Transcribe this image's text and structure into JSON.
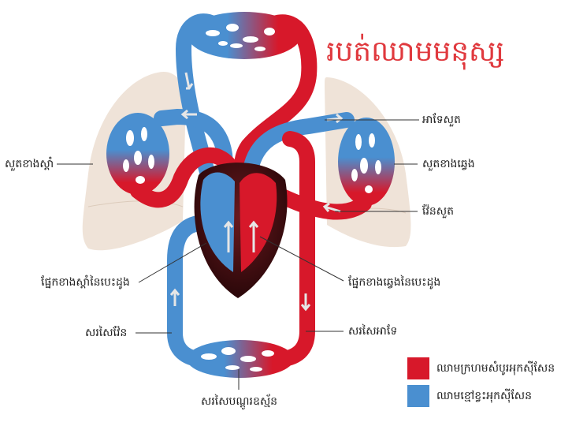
{
  "title": "របត់ឈាមមនុស្ស",
  "labels": {
    "pulmonary_artery": "អាទែសួត",
    "left_lung": "សួតខាងឆ្វេង",
    "pulmonary_vein": "វ៉ែនសួត",
    "right_lung": "សួតខាងស្ដាំ",
    "right_heart": "ផ្នែកខាងស្ដាំនៃបេះដូង",
    "left_heart": "ផ្នែកខាងឆ្វេងនៃបេះដូង",
    "vein": "សរសៃវ៉ែន",
    "artery": "សរសៃអាទែ",
    "capillaries": "សរសៃបណ្ដូរឧស្ម័ន"
  },
  "legend": [
    {
      "label": "ឈាមក្រហមសំបូរអុកស៊ីសែន",
      "color": "#d7182a"
    },
    {
      "label": "ឈាមខ្មៅខ្វះអុកស៊ីសែន",
      "color": "#4a8fd0"
    }
  ],
  "colors": {
    "oxygenated": "#d7182a",
    "deoxygenated": "#4a8fd0",
    "lung": "#efe3d8",
    "heart": "#3b0f12"
  }
}
